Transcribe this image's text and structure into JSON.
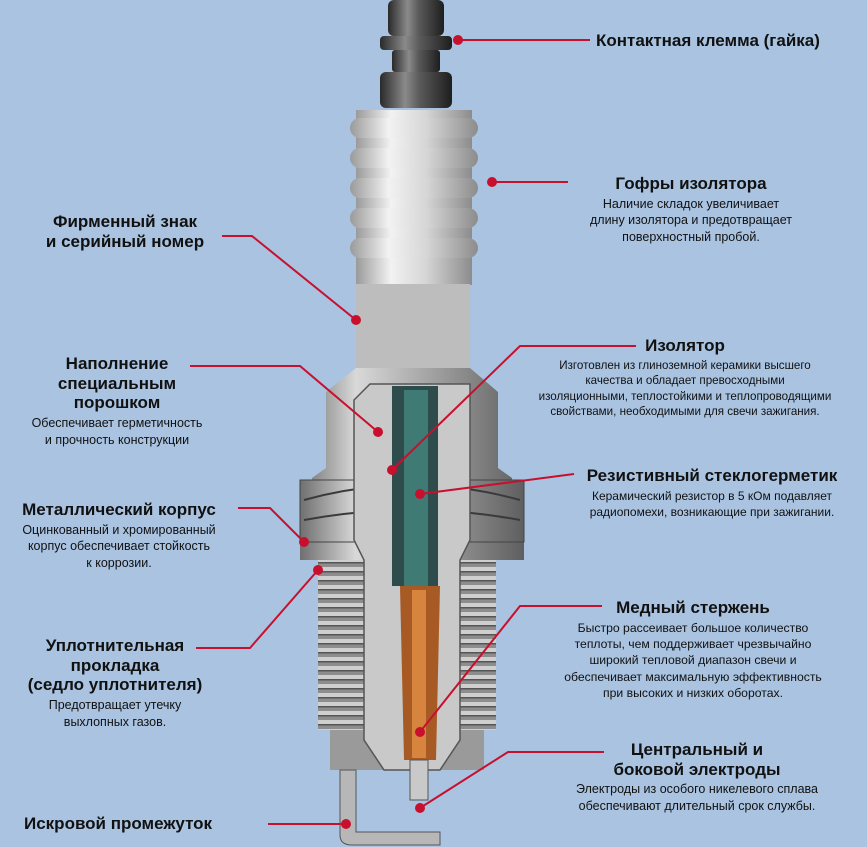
{
  "labels": {
    "terminal": {
      "title": "Контактная клемма (гайка)"
    },
    "ribs": {
      "title": "Гофры изолятора",
      "desc": [
        "Наличие складок увеличивает",
        "длину изолятора и предотвращает",
        "поверхностный пробой."
      ]
    },
    "brand": {
      "title": [
        "Фирменный знак",
        "и серийный номер"
      ]
    },
    "insulator": {
      "title": "Изолятор",
      "desc": [
        "Изготовлен из глиноземной керамики высшего",
        "качества и обладает превосходными",
        "изоляционными, теплостойкими и теплопроводящими",
        "свойствами, необходимыми для свечи зажигания."
      ]
    },
    "powder": {
      "title": [
        "Наполнение",
        "специальным",
        "порошком"
      ],
      "desc": [
        "Обеспечивает герметичность",
        "и прочность конструкции"
      ]
    },
    "resistor": {
      "title": "Резистивный стеклогерметик",
      "desc": [
        "Керамический резистор в 5 кОм подавляет",
        "радиопомехи, возникающие при зажигании."
      ]
    },
    "shell": {
      "title": "Металлический корпус",
      "desc": [
        "Оцинкованный и хромированный",
        "корпус обеспечивает стойкость",
        "к коррозии."
      ]
    },
    "copper": {
      "title": "Медный стержень",
      "desc": [
        "Быстро рассеивает большое количество",
        "теплоты, чем поддерживает чрезвычайно",
        "широкий тепловой диапазон свечи и",
        "обеспечивает максимальную эффективность",
        "при высоких и низких оборотах."
      ]
    },
    "gasket": {
      "title": [
        "Уплотнительная",
        "прокладка",
        "(седло уплотнителя)"
      ],
      "desc": [
        "Предотвращает утечку",
        "выхлопных газов."
      ]
    },
    "electrodes": {
      "title": [
        "Центральный и",
        "боковой электроды"
      ],
      "desc": [
        "Электроды из особого никелевого сплава",
        "обеспечивают длительный срок службы."
      ]
    },
    "gap": {
      "title": "Искровой промежуток"
    }
  },
  "colors": {
    "background": "#a9c3e1",
    "leader": "#c8102e"
  }
}
